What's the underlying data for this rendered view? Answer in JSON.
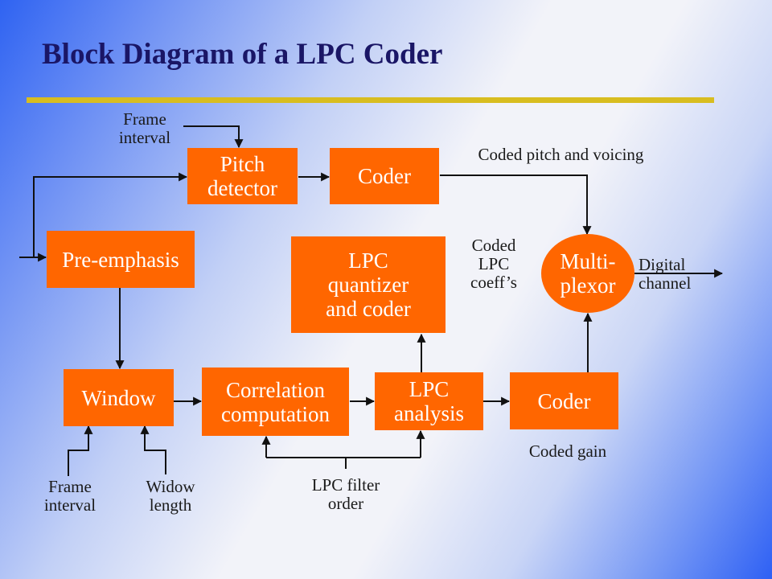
{
  "title": "Block Diagram of a LPC Coder",
  "colors": {
    "block": "#ff6600",
    "title": "#1a1666",
    "title_bar": "#d8bd20",
    "line": "#111111"
  },
  "blocks": {
    "pitch_detector": "Pitch\ndetector",
    "coder_top": "Coder",
    "pre_emphasis": "Pre-emphasis",
    "lpc_quantizer": "LPC\nquantizer\nand coder",
    "multiplexor": "Multi-\nplexor",
    "window": "Window",
    "correlation": "Correlation\ncomputation",
    "lpc_analysis": "LPC\nanalysis",
    "coder_bottom": "Coder"
  },
  "labels": {
    "frame_interval_top": "Frame\ninterval",
    "coded_pitch": "Coded pitch and voicing",
    "coded_lpc": "Coded\nLPC\ncoeff’s",
    "digital_channel": "Digital\nchannel",
    "coded_gain": "Coded gain",
    "frame_interval_bottom": "Frame\ninterval",
    "window_length": "Widow\nlength",
    "lpc_filter_order": "LPC filter\norder"
  }
}
